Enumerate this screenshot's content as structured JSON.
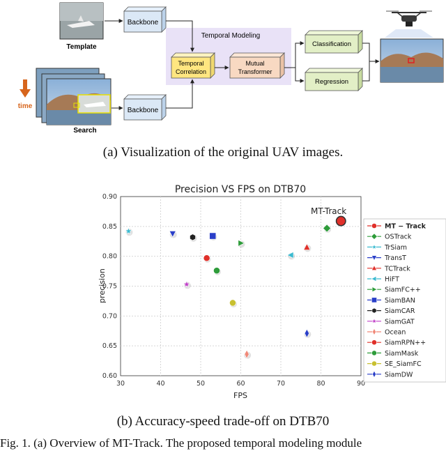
{
  "diagram": {
    "template_label": "Template",
    "search_label": "Search",
    "time_label": "time",
    "backbone_top": "Backbone",
    "backbone_bottom": "Backbone",
    "temporal_modeling": "Temporal Modeling",
    "temporal_correlation": [
      "Temporal",
      "Correlation"
    ],
    "mutual_transformer": [
      "Mutual",
      "Transformer"
    ],
    "classification": "Classification",
    "regression": "Regression"
  },
  "captions": {
    "a": "(a)  Visualization of the original UAV images.",
    "b": "(b)  Accuracy-speed trade-off on DTB70"
  },
  "footer_text": "Fig. 1.  (a) Overview of MT-Track. The proposed temporal modeling module",
  "chart_data": {
    "type": "scatter",
    "title": "Precision VS FPS on DTB70",
    "xlabel": "FPS",
    "ylabel": "precision",
    "xlim": [
      30,
      90
    ],
    "ylim": [
      0.6,
      0.9
    ],
    "xticks": [
      "30",
      "40",
      "50",
      "60",
      "70",
      "80",
      "90"
    ],
    "yticks": [
      "0.60",
      "0.65",
      "0.70",
      "0.75",
      "0.80",
      "0.85",
      "0.90"
    ],
    "grid": true,
    "legend_position": "right",
    "annotation": "MT-Track",
    "series": [
      {
        "name": "MT − Track",
        "marker": "circle-big",
        "color": "#e0302a",
        "x": 85.0,
        "y": 0.859
      },
      {
        "name": "OSTrack",
        "marker": "diamond",
        "color": "#2e9c3a",
        "x": 81.5,
        "y": 0.847
      },
      {
        "name": "TrSiam",
        "marker": "star",
        "color": "#3bbad0",
        "x": 32.0,
        "y": 0.842
      },
      {
        "name": "TransT",
        "marker": "triangle-down",
        "color": "#2a3fc8",
        "x": 43.0,
        "y": 0.838
      },
      {
        "name": "TCTrack",
        "marker": "triangle-up",
        "color": "#e0302a",
        "x": 76.5,
        "y": 0.815
      },
      {
        "name": "HiFT",
        "marker": "triangle-left",
        "color": "#3bbad0",
        "x": 72.5,
        "y": 0.802
      },
      {
        "name": "SiamFC++",
        "marker": "triangle-right",
        "color": "#2e9c3a",
        "x": 60.0,
        "y": 0.822
      },
      {
        "name": "SiamBAN",
        "marker": "square",
        "color": "#2a3fc8",
        "x": 53.0,
        "y": 0.834
      },
      {
        "name": "SiamCAR",
        "marker": "hexagon",
        "color": "#222222",
        "x": 48.0,
        "y": 0.832
      },
      {
        "name": "SiamGAT",
        "marker": "star",
        "color": "#c040c8",
        "x": 46.5,
        "y": 0.753
      },
      {
        "name": "Ocean",
        "marker": "diamond-thin",
        "color": "#f08878",
        "x": 61.5,
        "y": 0.636
      },
      {
        "name": "SiamRPN++",
        "marker": "circle",
        "color": "#e0302a",
        "x": 51.5,
        "y": 0.797
      },
      {
        "name": "SiamMask",
        "marker": "circle",
        "color": "#2e9c3a",
        "x": 54.0,
        "y": 0.776
      },
      {
        "name": "SE_SiamFC",
        "marker": "circle",
        "color": "#c8c030",
        "x": 58.0,
        "y": 0.722
      },
      {
        "name": "SiamDW",
        "marker": "diamond-thin",
        "color": "#2a3fc8",
        "x": 76.5,
        "y": 0.671
      }
    ]
  }
}
